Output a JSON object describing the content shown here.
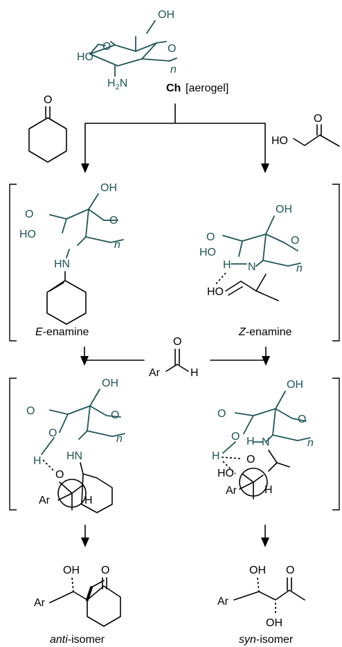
{
  "colors": {
    "chitosan": "#1e5555",
    "structure": "#000000",
    "background": "#ffffff"
  },
  "labels": {
    "ch": "Ch",
    "aerogel": "[aerogel]",
    "e_enamine_prefix": "E",
    "e_enamine_suffix": "-enamine",
    "z_enamine_prefix": "Z",
    "z_enamine_suffix": "-enamine",
    "anti_prefix": "anti",
    "anti_suffix": "-isomer",
    "syn_prefix": "syn",
    "syn_suffix": "-isomer"
  },
  "atoms": {
    "oh": "OH",
    "ho": "HO",
    "o": "O",
    "n": "N",
    "hn": "HN",
    "hn_h": "H",
    "h": "H",
    "ar": "Ar",
    "h2": "H",
    "h2_sub": "2",
    "n_sub": "n"
  }
}
